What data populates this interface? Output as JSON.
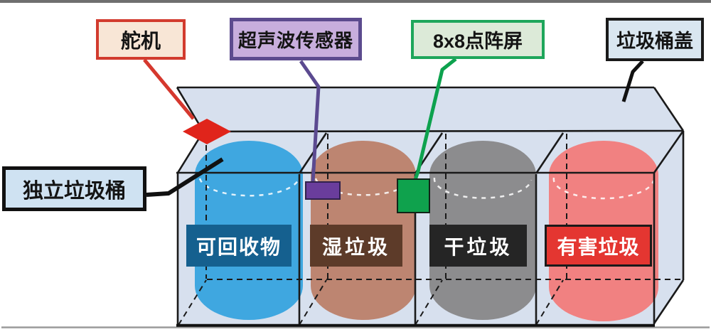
{
  "diagram_title": "smart-sorting-trash-can-structure",
  "callouts": {
    "servo": {
      "label": "舵机",
      "border": "#d23b2e",
      "bg": "#f8e6d6"
    },
    "ultrasonic": {
      "label": "超声波传感器",
      "border": "#5c4b8e",
      "bg": "#c8aedd"
    },
    "dot_matrix": {
      "label": "8x8点阵屏",
      "border": "#1ea65b",
      "bg": "#dcead8"
    },
    "lid": {
      "label": "垃圾桶盖",
      "border": "#1a1a1a",
      "bg": "#d9e6f0"
    },
    "independent_bin": {
      "label": "独立垃圾桶",
      "border": "#111111",
      "bg": "#cfe2f2"
    }
  },
  "bins": [
    {
      "id": "recyclable",
      "label": "可回收物",
      "plate_color": "#15608f",
      "cylinder_color": "#3fa7e0"
    },
    {
      "id": "wet-waste",
      "label": "湿垃圾",
      "plate_color": "#5d3b29",
      "cylinder_color": "#bd8571"
    },
    {
      "id": "dry-waste",
      "label": "干垃圾",
      "plate_color": "#252525",
      "cylinder_color": "#8c8c8e"
    },
    {
      "id": "harmful-waste",
      "label": "有害垃圾",
      "plate_color": "#e43631",
      "cylinder_color": "#f18181"
    }
  ],
  "colors": {
    "top_strip": "#6f6f6f",
    "box_fill": "#d7e0ee",
    "outline": "#1a1a1a",
    "ground_line": "#9a9a9a",
    "servo_diamond": "#e0241b",
    "servo_connector": "#d5382e",
    "ultrasonic_rect": "#6a3d9c",
    "ultrasonic_connector": "#5b4a90",
    "dot_matrix_rect": "#0fa24d",
    "dot_matrix_connector": "#0da24e",
    "black_connector": "#111111"
  }
}
